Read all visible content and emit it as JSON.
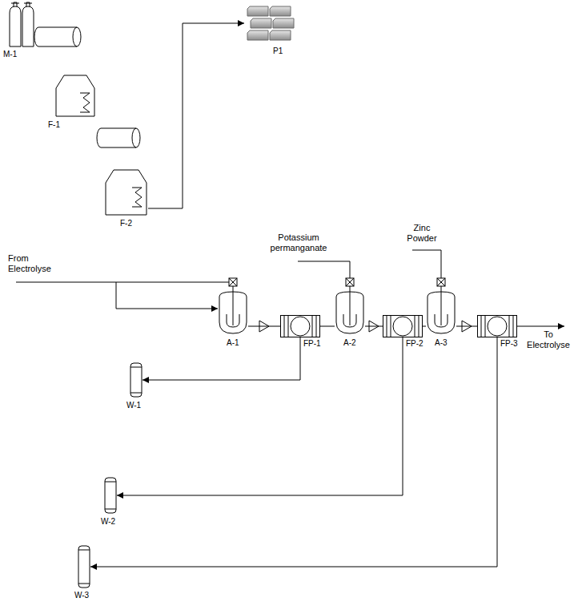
{
  "diagram": {
    "nodes": [
      {
        "text": [
          "M-1"
        ]
      },
      {
        "text": [
          "F-1"
        ]
      },
      {
        "text": [
          "F-2"
        ]
      },
      {
        "text": [
          "P1"
        ]
      },
      {
        "text": [
          "A-1"
        ]
      },
      {
        "text": [
          "FP-1"
        ]
      },
      {
        "text": [
          "A-2"
        ]
      },
      {
        "text": [
          "FP-2"
        ]
      },
      {
        "text": [
          "A-3"
        ]
      },
      {
        "text": [
          "FP-3"
        ]
      },
      {
        "text": [
          "W-1"
        ]
      },
      {
        "text": [
          "W-2"
        ]
      },
      {
        "text": [
          "W-3"
        ]
      }
    ],
    "edges": [
      {
        "from": 2,
        "to": 3,
        "arrow": "to"
      },
      {
        "from": 4,
        "to": 5,
        "arrow": "none"
      },
      {
        "from": 5,
        "to": 6,
        "arrow": "none"
      },
      {
        "from": 6,
        "to": 7,
        "arrow": "none"
      },
      {
        "from": 7,
        "to": 8,
        "arrow": "none"
      },
      {
        "from": 8,
        "to": 9,
        "arrow": "none"
      },
      {
        "from": 5,
        "to": 10,
        "arrow": "to"
      },
      {
        "from": 7,
        "to": 11,
        "arrow": "to"
      },
      {
        "from": 9,
        "to": 12,
        "arrow": "to"
      }
    ],
    "labels": [
      "From Electrolyse",
      "Potassium permanganate",
      "Zinc Powder",
      "To Electrolyse"
    ]
  }
}
